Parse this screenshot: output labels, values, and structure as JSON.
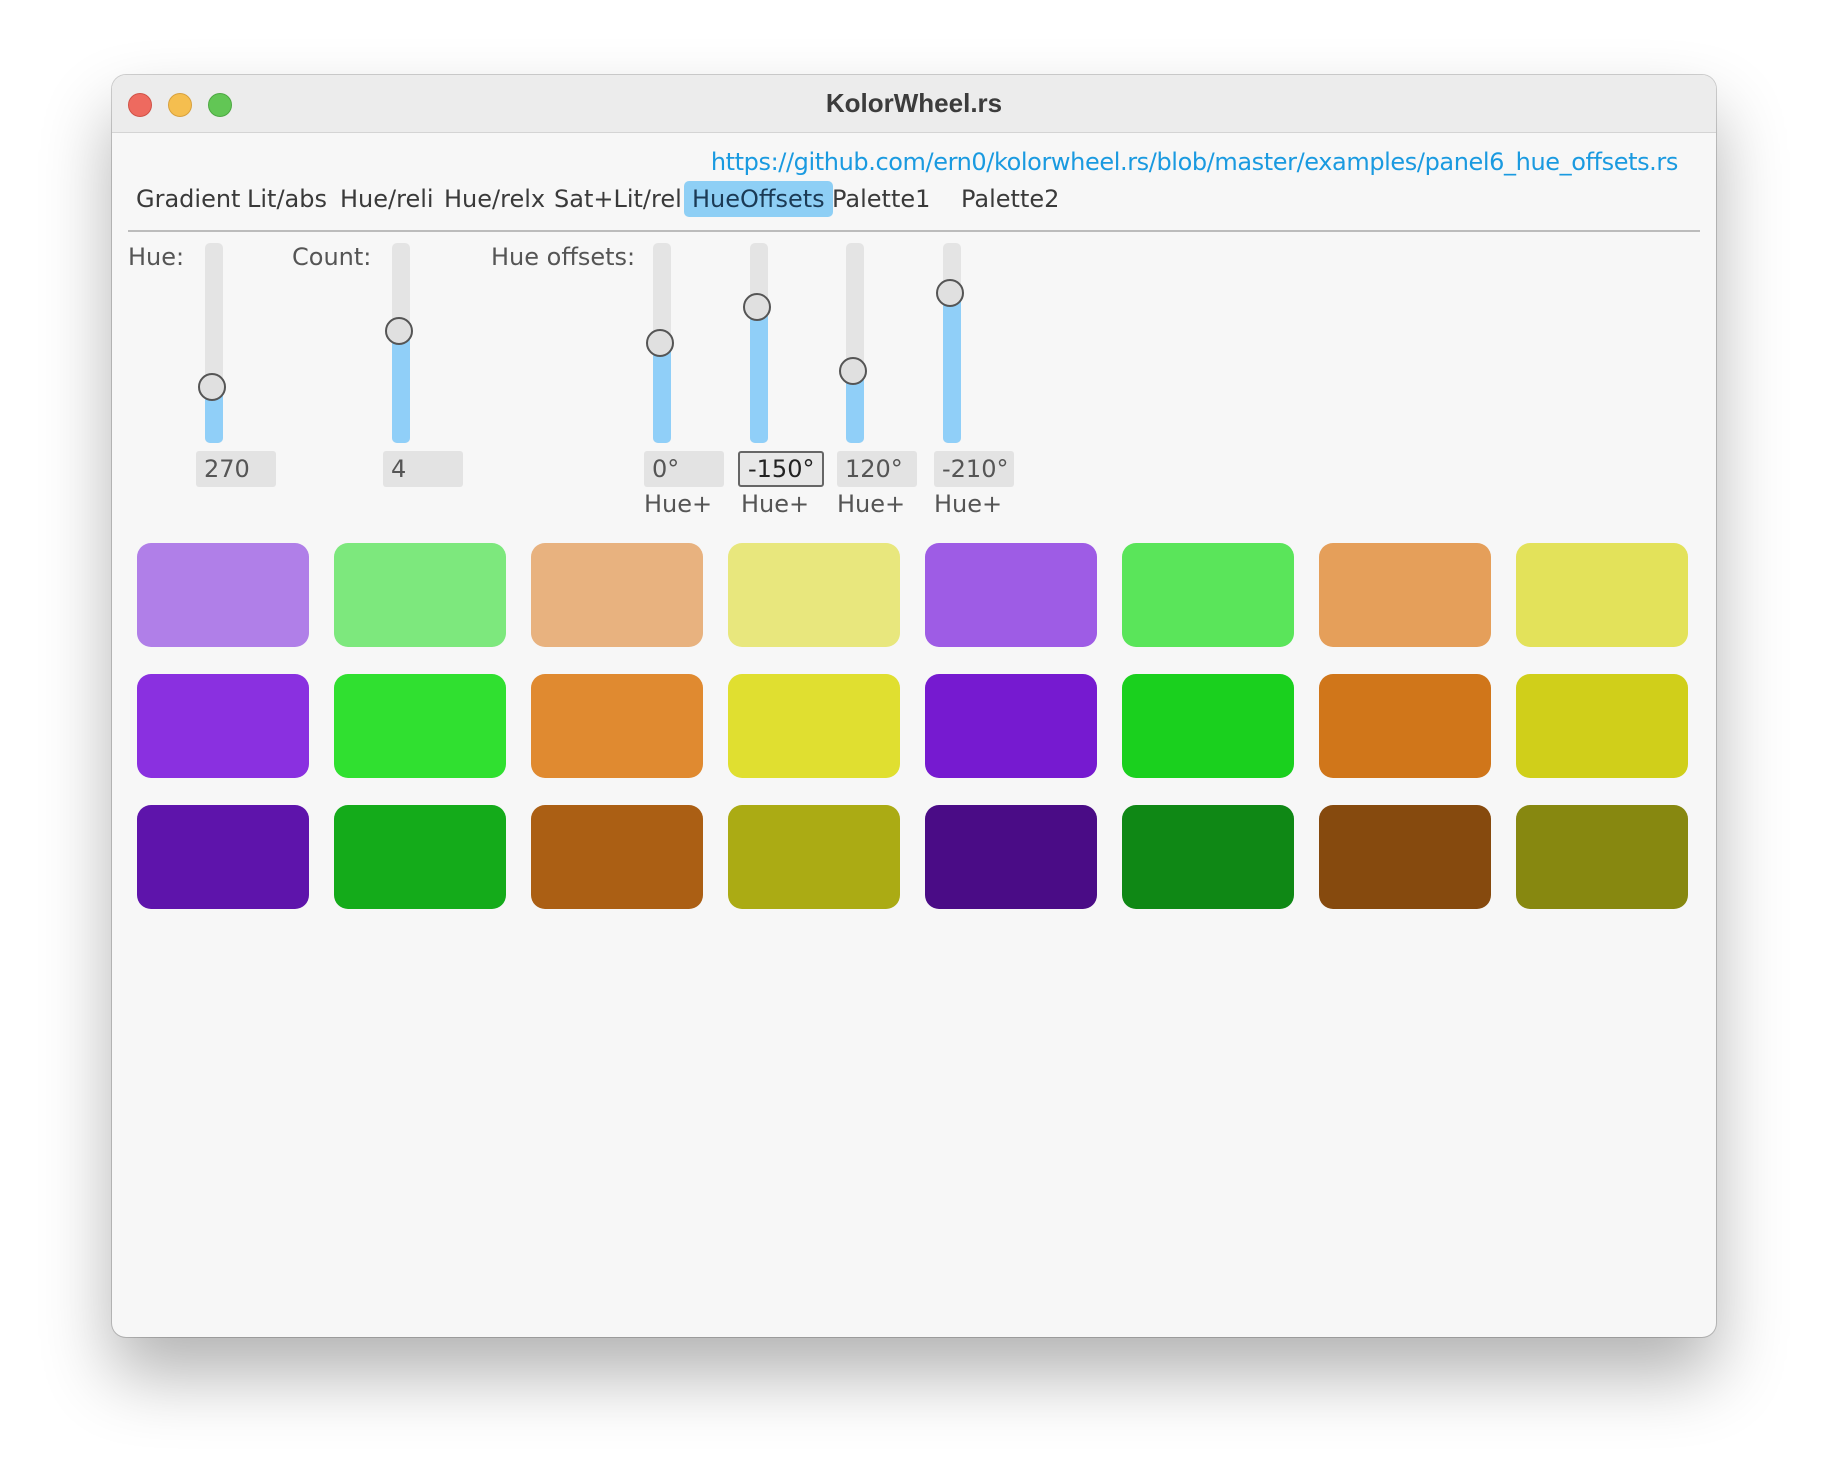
{
  "window": {
    "title": "KolorWheel.rs",
    "link": "https://github.com/ern0/kolorwheel.rs/blob/master/examples/panel6_hue_offsets.rs"
  },
  "tabs": [
    "Gradient",
    "Lit/abs",
    "Hue/reli",
    "Hue/relx",
    "Sat+Lit/reli",
    "HueOffsets",
    "Palette1",
    "Palette2"
  ],
  "active_tab": "HueOffsets",
  "controls": {
    "hue": {
      "label": "Hue:",
      "value": "270",
      "fraction": 0.28
    },
    "count": {
      "label": "Count:",
      "value": "4",
      "fraction": 0.56
    },
    "hue_offsets_label": "Hue offsets:",
    "offsets": [
      {
        "value": "0°",
        "fraction": 0.5,
        "mode": "Hue+"
      },
      {
        "value": "-150°",
        "fraction": 0.68,
        "mode": "Hue+"
      },
      {
        "value": "120°",
        "fraction": 0.36,
        "mode": "Hue+"
      },
      {
        "value": "-210°",
        "fraction": 0.75,
        "mode": "Hue+"
      }
    ]
  },
  "swatches": [
    [
      "#b07fe8",
      "#7de87d",
      "#e8b27f",
      "#e8e77d",
      "#9e5ce5",
      "#5ae55a",
      "#e59f5a",
      "#e3e25a"
    ],
    [
      "#8a30e0",
      "#30e030",
      "#e08a30",
      "#e0df30",
      "#761ad0",
      "#1ad01e",
      "#d0761a",
      "#d0cf1a"
    ],
    [
      "#5e14ab",
      "#14ab1a",
      "#ab5f14",
      "#abab14",
      "#4a0c86",
      "#0f8815",
      "#864a0e",
      "#878810"
    ]
  ]
}
